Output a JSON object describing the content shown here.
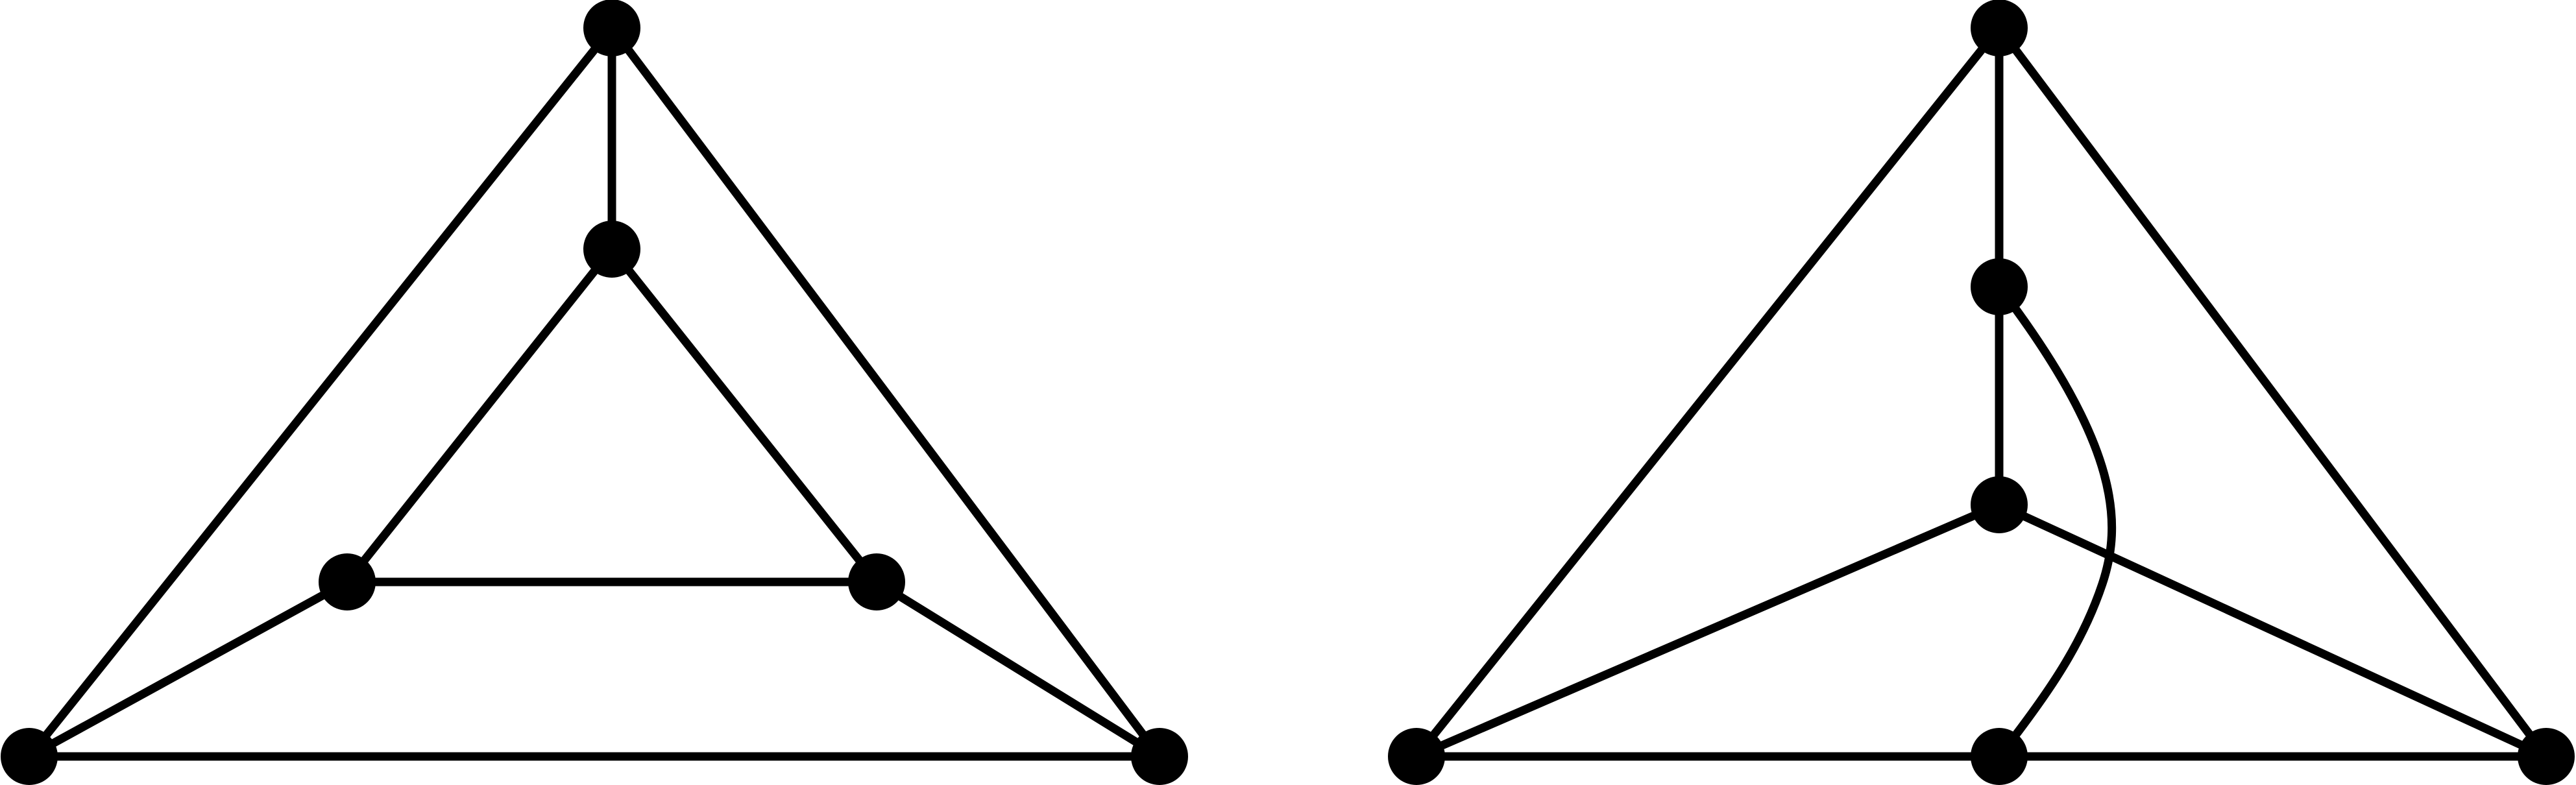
{
  "colors": {
    "background": "#ffffff",
    "stroke": "#000000",
    "node_fill": "#000000"
  },
  "graphs": [
    {
      "id": "left-graph",
      "nodes": [
        "top",
        "inner-top",
        "inner-left",
        "inner-right",
        "bottom-left",
        "bottom-right"
      ],
      "edges": [
        {
          "from": "top",
          "to": "inner-top"
        },
        {
          "from": "top",
          "to": "bottom-left"
        },
        {
          "from": "top",
          "to": "bottom-right"
        },
        {
          "from": "inner-top",
          "to": "inner-left"
        },
        {
          "from": "inner-top",
          "to": "inner-right"
        },
        {
          "from": "inner-left",
          "to": "inner-right"
        },
        {
          "from": "inner-left",
          "to": "bottom-left"
        },
        {
          "from": "inner-right",
          "to": "bottom-right"
        },
        {
          "from": "bottom-left",
          "to": "bottom-right"
        }
      ]
    },
    {
      "id": "right-graph",
      "nodes": [
        "top",
        "upper-middle",
        "center",
        "bottom-left",
        "bottom-middle",
        "bottom-right"
      ],
      "edges": [
        {
          "from": "top",
          "to": "upper-middle"
        },
        {
          "from": "top",
          "to": "bottom-left"
        },
        {
          "from": "top",
          "to": "bottom-right"
        },
        {
          "from": "upper-middle",
          "to": "center"
        },
        {
          "from": "upper-middle",
          "to": "bottom-middle",
          "curved": true
        },
        {
          "from": "center",
          "to": "bottom-left"
        },
        {
          "from": "center",
          "to": "bottom-right"
        },
        {
          "from": "bottom-left",
          "to": "bottom-middle"
        },
        {
          "from": "bottom-middle",
          "to": "bottom-right"
        }
      ]
    }
  ]
}
